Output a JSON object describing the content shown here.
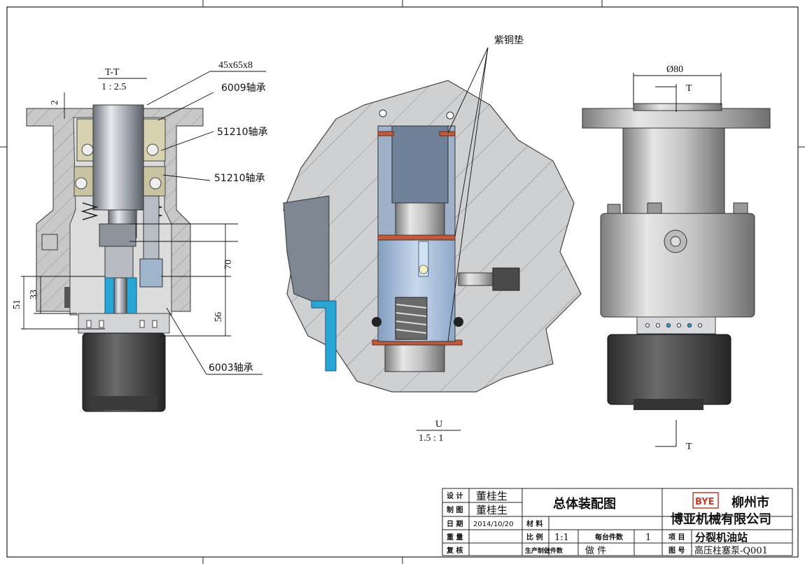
{
  "views": {
    "left": {
      "name": "T-T",
      "scale": "1 : 2.5"
    },
    "middle": {
      "name": "U",
      "scale": "1.5 : 1"
    },
    "right": {
      "diameter": "Ø80",
      "section_top": "T",
      "section_bottom": "T"
    }
  },
  "callouts": {
    "seal": "45x65x8",
    "bearing_6009": "6009轴承",
    "bearing_51210_a": "51210轴承",
    "bearing_51210_b": "51210轴承",
    "bearing_6003": "6003轴承",
    "copper_gasket": "紫铜垫"
  },
  "dimensions": {
    "d2": "2",
    "d70": "70",
    "d51": "51",
    "d33": "33",
    "d56": "56"
  },
  "title_block": {
    "design_label": "设 计",
    "design_name": "董桂生",
    "draw_label": "制 图",
    "draw_name": "董桂生",
    "date_label": "日 期",
    "date_value": "2014/10/20",
    "material_label": "材 料",
    "weight_label": "重 量",
    "check_label": "复 核",
    "scale_label": "比 例",
    "scale_value": "1:1",
    "per_unit_label": "每台件数",
    "per_unit_value": "1",
    "project_label": "项 目",
    "project_value": "分裂机油站",
    "production_label": "生产制做件数",
    "production_value": "做  件",
    "drawing_no_label": "图 号",
    "drawing_no_value": "高压柱塞泵-Q001",
    "drawing_title": "总体装配图",
    "company_line1": "柳州市",
    "company_line2": "博亚机械有限公司",
    "logo_letters": "BYE"
  }
}
